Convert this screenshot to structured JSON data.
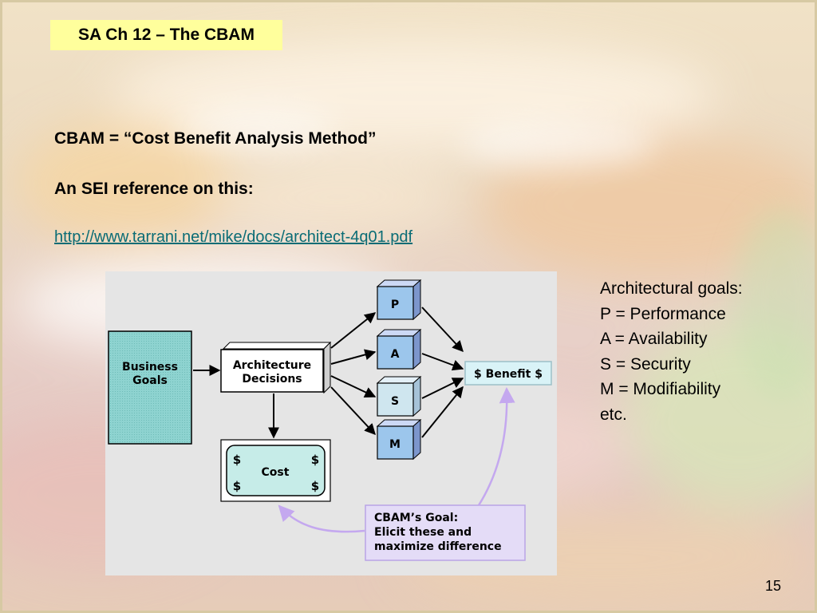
{
  "slide": {
    "title": "SA Ch 12 – The CBAM",
    "definition": "CBAM = “Cost Benefit Analysis Method”",
    "reference_label": "An SEI reference on this:",
    "reference_url": "http://www.tarrani.net/mike/docs/architect-4q01.pdf",
    "page_number": "15"
  },
  "goals_list": [
    "Architectural goals:",
    "P = Performance",
    "A = Availability",
    "S = Security",
    "M = Modifiability",
    "etc."
  ],
  "diagram": {
    "business_goals": [
      "Business",
      "Goals"
    ],
    "architecture_decisions": [
      "Architecture",
      "Decisions"
    ],
    "cubes": [
      "P",
      "A",
      "S",
      "M"
    ],
    "benefit": "$ Benefit $",
    "cost": "Cost",
    "dollar": "$",
    "cbam_goal": [
      "CBAM’s Goal:",
      "Elicit these and",
      "maximize difference"
    ]
  },
  "colors": {
    "title_background": "#ffff9c",
    "link": "#0a6c75",
    "business_goals_fill": "#8ed3d0",
    "cube_fill": "#9cc6ec",
    "cost_fill": "#c6ece8",
    "benefit_fill": "#d9f3f7",
    "goal_box_fill": "#e4dcf7",
    "goal_arrow": "#c4a8ef"
  }
}
